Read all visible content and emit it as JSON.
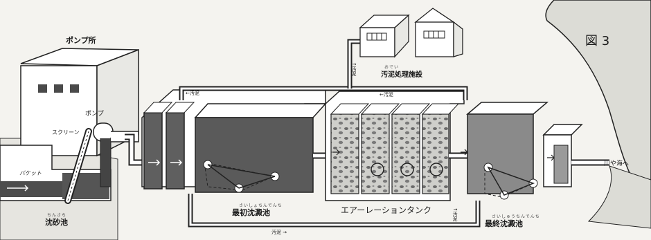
{
  "figure_label": "図 3",
  "pump_house": "ポンプ所",
  "labels": {
    "pump": "ポンプ",
    "screen": "スクリーン",
    "bucket": "バケット",
    "grit_chamber": "沈砂池",
    "grit_chamber_ruby": "ちんさち",
    "primary_sedimentation": "最初沈澱池",
    "primary_sedimentation_ruby": "さいしょちんでんち",
    "aeration_tank": "エアーレーションタンク",
    "final_sedimentation": "最終沈澱池",
    "final_sedimentation_ruby": "さいしゅうちんでんち",
    "sludge_facility": "汚泥処理施設",
    "sludge_facility_ruby": "おでい",
    "sludge_top": "汚泥",
    "sludge_return": "汚泥",
    "sludge_bottom": "汚泥",
    "sludge_vertical": "汚泥",
    "sludge_vertical_right": "汚泥",
    "river_or_sea": "川や海へ"
  },
  "arrows": {
    "right": "→",
    "left": "←",
    "up": "↑"
  },
  "colors": {
    "background": "#f4f3ef",
    "line": "#1f1f1f",
    "dark_water": "#5a5a5a",
    "medium_gray": "#8a8a8a",
    "river": "#dcdcd6",
    "wall": "#ffffff"
  }
}
